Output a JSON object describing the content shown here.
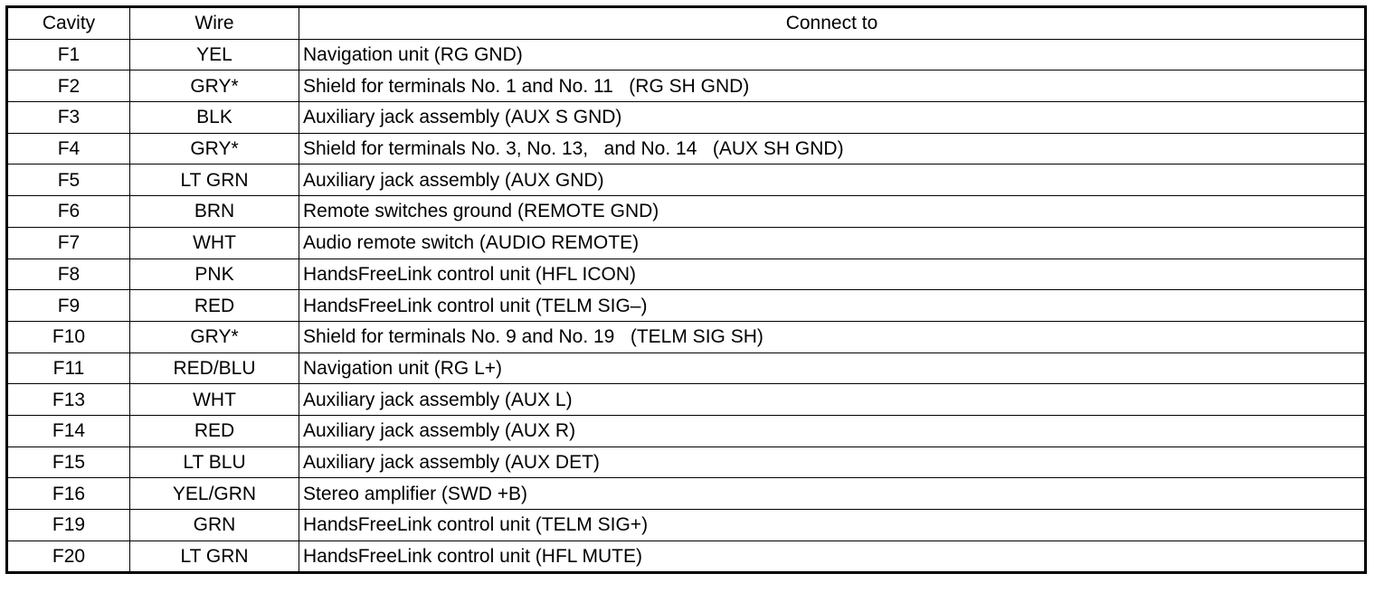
{
  "table": {
    "headers": {
      "cavity": "Cavity",
      "wire": "Wire",
      "connect": "Connect to"
    },
    "rows": [
      {
        "cavity": "F1",
        "wire": "YEL",
        "connect": "Navigation unit (RG GND)"
      },
      {
        "cavity": "F2",
        "wire": "GRY*",
        "connect": "Shield for terminals No. 1 and No. 11   (RG SH GND)"
      },
      {
        "cavity": "F3",
        "wire": "BLK",
        "connect": "Auxiliary jack assembly (AUX S GND)"
      },
      {
        "cavity": "F4",
        "wire": "GRY*",
        "connect": "Shield for terminals No. 3, No. 13,   and No. 14   (AUX SH GND)"
      },
      {
        "cavity": "F5",
        "wire": "LT GRN",
        "connect": "Auxiliary jack assembly (AUX GND)"
      },
      {
        "cavity": "F6",
        "wire": "BRN",
        "connect": "Remote switches ground (REMOTE GND)"
      },
      {
        "cavity": "F7",
        "wire": "WHT",
        "connect": "Audio remote switch (AUDIO REMOTE)"
      },
      {
        "cavity": "F8",
        "wire": "PNK",
        "connect": "HandsFreeLink control unit (HFL ICON)"
      },
      {
        "cavity": "F9",
        "wire": "RED",
        "connect": "HandsFreeLink control unit (TELM SIG–)"
      },
      {
        "cavity": "F10",
        "wire": "GRY*",
        "connect": "Shield for terminals No. 9 and No. 19   (TELM SIG SH)"
      },
      {
        "cavity": "F11",
        "wire": "RED/BLU",
        "connect": "Navigation unit (RG L+)"
      },
      {
        "cavity": "F13",
        "wire": "WHT",
        "connect": "Auxiliary jack assembly (AUX L)"
      },
      {
        "cavity": "F14",
        "wire": "RED",
        "connect": "Auxiliary jack assembly (AUX R)"
      },
      {
        "cavity": "F15",
        "wire": "LT BLU",
        "connect": "Auxiliary jack assembly (AUX DET)"
      },
      {
        "cavity": "F16",
        "wire": "YEL/GRN",
        "connect": "Stereo amplifier (SWD +B)"
      },
      {
        "cavity": "F19",
        "wire": "GRN",
        "connect": "HandsFreeLink control unit (TELM SIG+)"
      },
      {
        "cavity": "F20",
        "wire": "LT GRN",
        "connect": "HandsFreeLink control unit (HFL MUTE)"
      }
    ]
  }
}
